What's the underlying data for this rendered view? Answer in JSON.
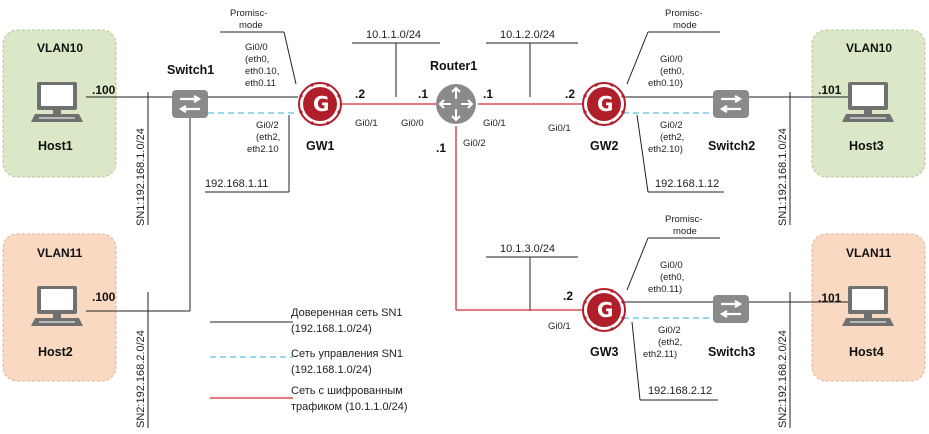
{
  "vlans": {
    "vlan10_left": "VLAN10",
    "vlan11_left": "VLAN11",
    "vlan10_right": "VLAN10",
    "vlan11_right": "VLAN11"
  },
  "hosts": {
    "host1": {
      "name": "Host1",
      "addr": ".100"
    },
    "host2": {
      "name": "Host2",
      "addr": ".100"
    },
    "host3": {
      "name": "Host3",
      "addr": ".101"
    },
    "host4": {
      "name": "Host4",
      "addr": ".101"
    }
  },
  "switches": {
    "s1": "Switch1",
    "s2": "Switch2",
    "s3": "Switch3"
  },
  "router": {
    "name": "Router1",
    "gi0_0": "Gi0/0",
    "gi0_1": "Gi0/1",
    "gi0_2": "Gi0/2",
    "dot1_a": ".1",
    "dot1_b": ".1",
    "dot1_c": ".1"
  },
  "gw1": {
    "name": "GW1",
    "promisc": [
      "Promisc-",
      "mode"
    ],
    "gi0_0": [
      "Gi0/0",
      "(eth0,",
      "eth0.10,",
      "eth0.11"
    ],
    "gi0_2": [
      "Gi0/2",
      "(eth2,",
      "eth2.10"
    ],
    "gi0_1": "Gi0/1",
    "dot": ".2",
    "mgmt": "192.168.1.11"
  },
  "gw2": {
    "name": "GW2",
    "promisc": [
      "Promisc-",
      "mode"
    ],
    "gi0_0": [
      "Gi0/0",
      "(eth0,",
      "eth0.10)"
    ],
    "gi0_2": [
      "Gi0/2",
      "(eth2,",
      "eth2.10)"
    ],
    "gi0_1": "Gi0/1",
    "dot": ".2",
    "mgmt": "192.168.1.12"
  },
  "gw3": {
    "name": "GW3",
    "promisc": [
      "Promisc-",
      "mode"
    ],
    "gi0_0": [
      "Gi0/0",
      "(eth0,",
      "eth0.11)"
    ],
    "gi0_2": [
      "Gi0/2",
      "(eth2,",
      "eth2.11)"
    ],
    "gi0_1": "Gi0/1",
    "dot": ".2",
    "mgmt": "192.168.2.12"
  },
  "nets": {
    "n1": "10.1.1.0/24",
    "n2": "10.1.2.0/24",
    "n3": "10.1.3.0/24"
  },
  "subnets": {
    "sn1_left": "SN1:192.168.1.0/24",
    "sn2_left": "SN2:192.168.2.0/24",
    "sn1_right": "SN1:192.168.1.0/24",
    "sn2_right": "SN2:192.168.2.0/24"
  },
  "legend": {
    "trusted": [
      "Доверенная сеть SN1",
      "(192.168.1.0/24)"
    ],
    "mgmt": [
      "Сеть управления SN1",
      "(192.168.1.0/24)"
    ],
    "crypto": [
      "Сеть с шифрованным",
      "трафиком (10.1.1.0/24)"
    ]
  },
  "colors": {
    "green": "#dbe8c8",
    "orange": "#f9d9c1",
    "red": "#d32f2f",
    "dashed": "#5bc0de",
    "gw": "#b01e2a",
    "device": "#8a8a8a"
  }
}
